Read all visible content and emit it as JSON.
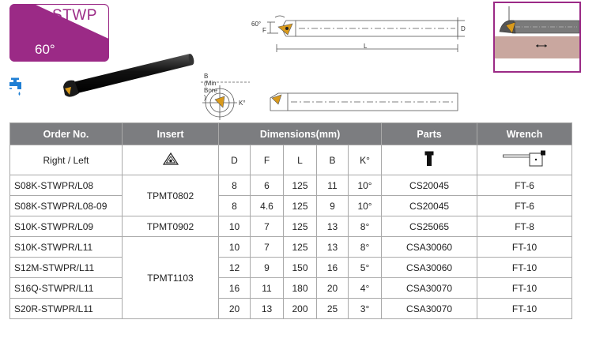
{
  "badge": {
    "title": "S-STWP",
    "angle": "60°",
    "color": "#9b2a86"
  },
  "drawing_top": {
    "label_d": "D",
    "label_f": "F",
    "label_l": "L",
    "label_angle": "60°"
  },
  "drawing_side": {
    "label_min_bore": "B (Min Bore )",
    "label_k": "K°"
  },
  "icons": {
    "coolant": "coolant-faucet-icon",
    "insert": "triangle-insert-icon",
    "parts": "screw-icon",
    "wrench": "torx-key-icon"
  },
  "table": {
    "headers": {
      "order": "Order No.",
      "insert": "Insert",
      "dims": "Dimensions(mm)",
      "parts": "Parts",
      "wrench": "Wrench"
    },
    "subheaders": {
      "order": "Right / Left",
      "d": "D",
      "f": "F",
      "l": "L",
      "b": "B",
      "k": "K°"
    },
    "rows": [
      {
        "order": "S08K-STWPR/L08",
        "d": "8",
        "f": "6",
        "l": "125",
        "b": "11",
        "k": "10°",
        "parts": "CS20045",
        "wrench": "FT-6"
      },
      {
        "order": "S08K-STWPR/L08-09",
        "d": "8",
        "f": "4.6",
        "l": "125",
        "b": "9",
        "k": "10°",
        "parts": "CS20045",
        "wrench": "FT-6"
      },
      {
        "order": "S10K-STWPR/L09",
        "d": "10",
        "f": "7",
        "l": "125",
        "b": "13",
        "k": "8°",
        "parts": "CS25065",
        "wrench": "FT-8"
      },
      {
        "order": "S10K-STWPR/L11",
        "d": "10",
        "f": "7",
        "l": "125",
        "b": "13",
        "k": "8°",
        "parts": "CSA30060",
        "wrench": "FT-10"
      },
      {
        "order": "S12M-STWPR/L11",
        "d": "12",
        "f": "9",
        "l": "150",
        "b": "16",
        "k": "5°",
        "parts": "CSA30060",
        "wrench": "FT-10"
      },
      {
        "order": "S16Q-STWPR/L11",
        "d": "16",
        "f": "11",
        "l": "180",
        "b": "20",
        "k": "4°",
        "parts": "CSA30070",
        "wrench": "FT-10"
      },
      {
        "order": "S20R-STWPR/L11",
        "d": "20",
        "f": "13",
        "l": "200",
        "b": "25",
        "k": "3°",
        "parts": "CSA30070",
        "wrench": "FT-10"
      }
    ],
    "insert_groups": [
      "TPMT0802",
      "TPMT0902",
      "TPMT1103"
    ]
  }
}
